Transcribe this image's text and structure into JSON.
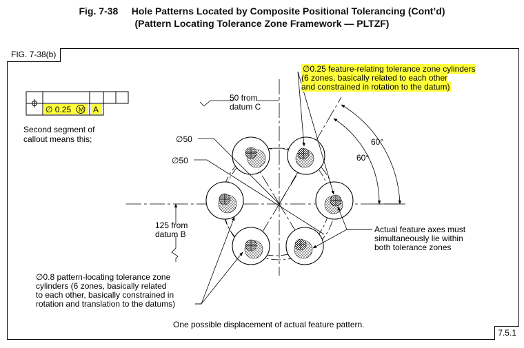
{
  "figure": {
    "number": "Fig. 7-38",
    "title_line1": "Hole Patterns Located by Composite Positional Tolerancing (Cont’d)",
    "title_line2": "(Pattern Locating Tolerance Zone Framework — PLTZF)",
    "sub_label": "FIG. 7-38(b)",
    "ref_number": "7.5.1"
  },
  "callout": {
    "symbol_icon": "position-icon",
    "tolerance": "∅ 0.25",
    "modifier": "M",
    "datum": "A",
    "explain": "Second segment of\ncallout means this;"
  },
  "labels": {
    "frtz_cylinders": "∅0.25 feature-relating tolerance zone cylinders\n(6 zones, basically related to each other\nand constrained in rotation to the datum)",
    "from_datum_c": "50 from\ndatum C",
    "dia_50_top": "∅50",
    "dia_50_bottom": "∅50",
    "angle_outer": "60°",
    "angle_inner": "60°",
    "from_datum_b": "125 from\ndatum B",
    "actual_axes": "Actual feature axes must\nsimultaneously lie within\nboth tolerance zones",
    "pltz_cylinders": "∅0.8 pattern-locating tolerance zone\ncylinders (6 zones, basically related\nto each other, basically constrained in\nrotation and translation to the datums)",
    "caption": "One possible displacement of actual feature pattern."
  },
  "colors": {
    "highlight": "#ffff3c",
    "ink": "#000000"
  }
}
